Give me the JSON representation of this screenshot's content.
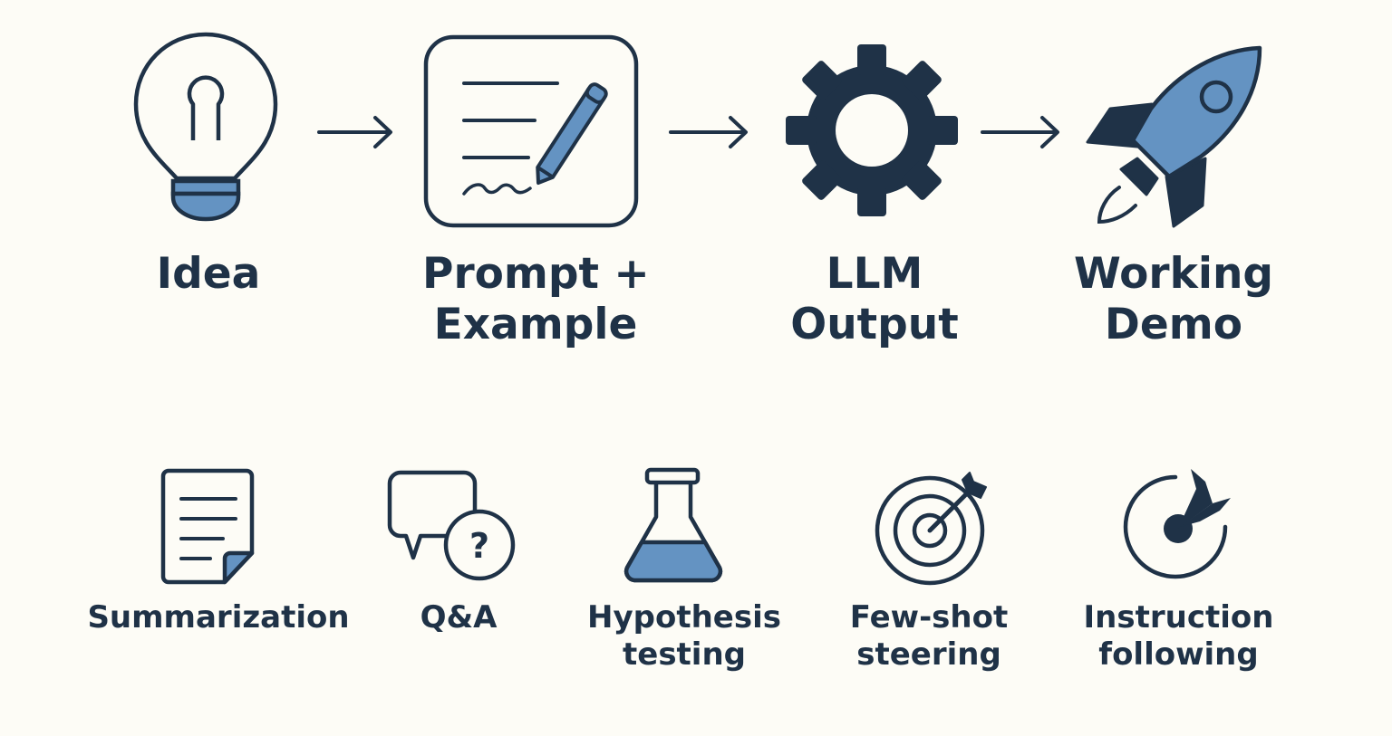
{
  "flow": {
    "stages": [
      {
        "lines": [
          "Idea"
        ],
        "icon": "lightbulb-icon"
      },
      {
        "lines": [
          "Prompt +",
          "Example"
        ],
        "icon": "document-pen-icon"
      },
      {
        "lines": [
          "LLM",
          "Output"
        ],
        "icon": "gear-icon"
      },
      {
        "lines": [
          "Working",
          "Demo"
        ],
        "icon": "rocket-icon"
      }
    ]
  },
  "use_cases": {
    "items": [
      {
        "lines": [
          "Summarization"
        ],
        "icon": "document-icon"
      },
      {
        "lines": [
          "Q&A"
        ],
        "icon": "chat-question-icon"
      },
      {
        "lines": [
          "Hypothesis",
          "testing"
        ],
        "icon": "flask-icon"
      },
      {
        "lines": [
          "Few-shot",
          "steering"
        ],
        "icon": "target-icon"
      },
      {
        "lines": [
          "Instruction",
          "following"
        ],
        "icon": "target-dart-icon"
      }
    ],
    "question_mark": "?"
  },
  "colors": {
    "navy": "#1f3247",
    "accent_blue": "#6493c2",
    "background": "#fdfcf6"
  }
}
